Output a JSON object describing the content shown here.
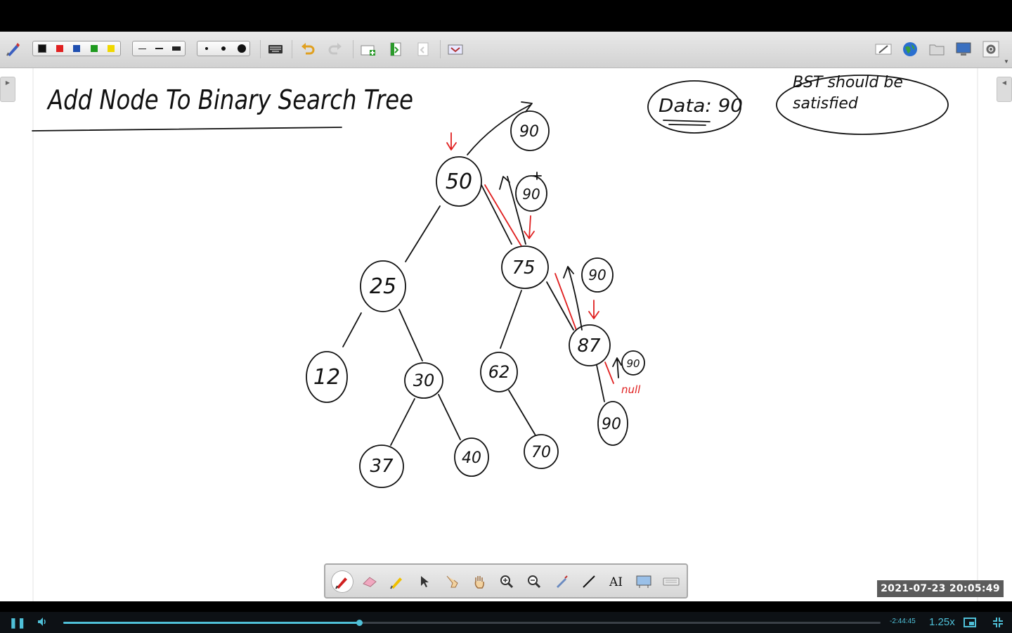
{
  "toolbar": {
    "pen_colors": [
      "#111111",
      "#e02020",
      "#1f4fb0",
      "#1f9a1f",
      "#f0d800"
    ],
    "line_widths": [
      "thin",
      "medium",
      "thick"
    ],
    "dot_sizes": [
      "small",
      "medium",
      "large"
    ],
    "icons_left": [
      "pen-settings-icon",
      "keyboard-icon",
      "undo-icon",
      "redo-icon",
      "new-page-icon",
      "page-up-icon",
      "page-down-icon",
      "screen-capture-icon"
    ],
    "icons_right": [
      "edit-window-icon",
      "globe-icon",
      "folder-icon",
      "display-icon",
      "settings-icon"
    ]
  },
  "whiteboard": {
    "title": "Add Node To Binary Search Tree",
    "data_box": "Data: 90",
    "note_box": "BST should be satisfied",
    "tree": [
      {
        "value": "50"
      },
      {
        "value": "25"
      },
      {
        "value": "75"
      },
      {
        "value": "12"
      },
      {
        "value": "30"
      },
      {
        "value": "62"
      },
      {
        "value": "87"
      },
      {
        "value": "37"
      },
      {
        "value": "40"
      },
      {
        "value": "70"
      },
      {
        "value": "90"
      }
    ],
    "trace_nodes": [
      "90",
      "90",
      "90",
      "90"
    ],
    "null_label": "null"
  },
  "bottom_tools": [
    "pen-icon",
    "eraser-icon",
    "highlighter-icon",
    "pointer-icon",
    "hand-pointer-icon",
    "pan-hand-icon",
    "zoom-in-icon",
    "zoom-out-icon",
    "laser-pen-icon",
    "line-icon",
    "text-icon",
    "screen-icon",
    "keyboard-icon"
  ],
  "timestamp": "2021-07-23  20:05:49",
  "player": {
    "progress": 0.362,
    "remaining": "-2:44:45",
    "speed": "1.25x"
  }
}
